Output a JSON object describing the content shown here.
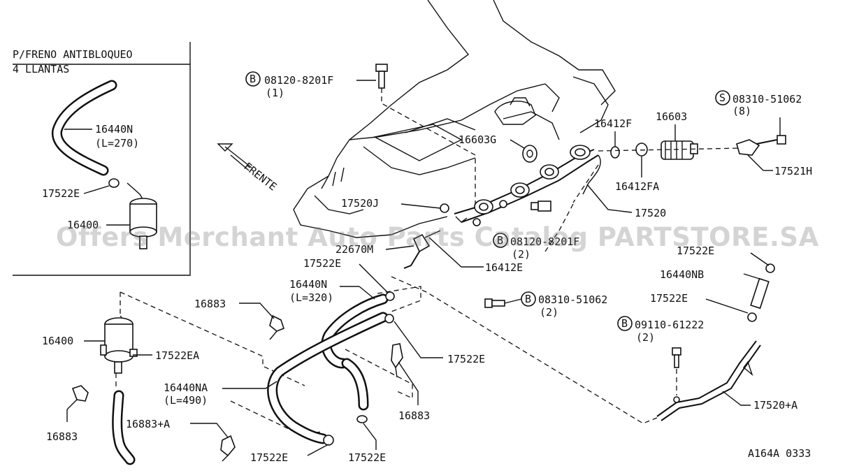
{
  "inset": {
    "title_line1": "P/FRENO ANTIBLOQUEO",
    "title_line2": "4 LLANTAS",
    "hose": "16440N",
    "hose_length": "(L=270)",
    "clamp": "17522E",
    "filter": "16400"
  },
  "labels": {
    "bolt_top": "08120-8201F",
    "bolt_top_qty": "(1)",
    "screw_right": "08310-51062",
    "screw_right_qty": "(8)",
    "p16412F": "16412F",
    "p16603": "16603",
    "p16603G": "16603G",
    "p17521H": "17521H",
    "p16412FA": "16412FA",
    "frente": "FRENTE",
    "p17520J": "17520J",
    "p17520": "17520",
    "bolt_mid": "08120-8201F",
    "bolt_mid_qty": "(2)",
    "p22670M": "22670M",
    "p17522E_a": "17522E",
    "p16412E": "16412E",
    "p17522E_right": "17522E",
    "p16440NB": "16440NB",
    "p16440N": "16440N",
    "p16440N_len": "(L=320)",
    "bolt_low": "08310-51062",
    "bolt_low_qty": "(2)",
    "p17522E_right2": "17522E",
    "p16883_a": "16883",
    "bolt_br": "09110-61222",
    "bolt_br_qty": "(2)",
    "p16400": "16400",
    "p17522EA": "17522EA",
    "p17522E_b": "17522E",
    "p16440NA": "16440NA",
    "p16440NA_len": "(L=490)",
    "p17520A": "17520+A",
    "p16883_b": "16883",
    "p16883A": "16883+A",
    "p16883_c": "16883",
    "p17522E_c": "17522E",
    "p17522E_d": "17522E",
    "figure_code": "A164A  0333"
  },
  "callout_symbols": {
    "bolt": "B",
    "screw": "S"
  },
  "watermark": "Offers Merchant Auto Parts Catalog PARTSTORE.SA"
}
